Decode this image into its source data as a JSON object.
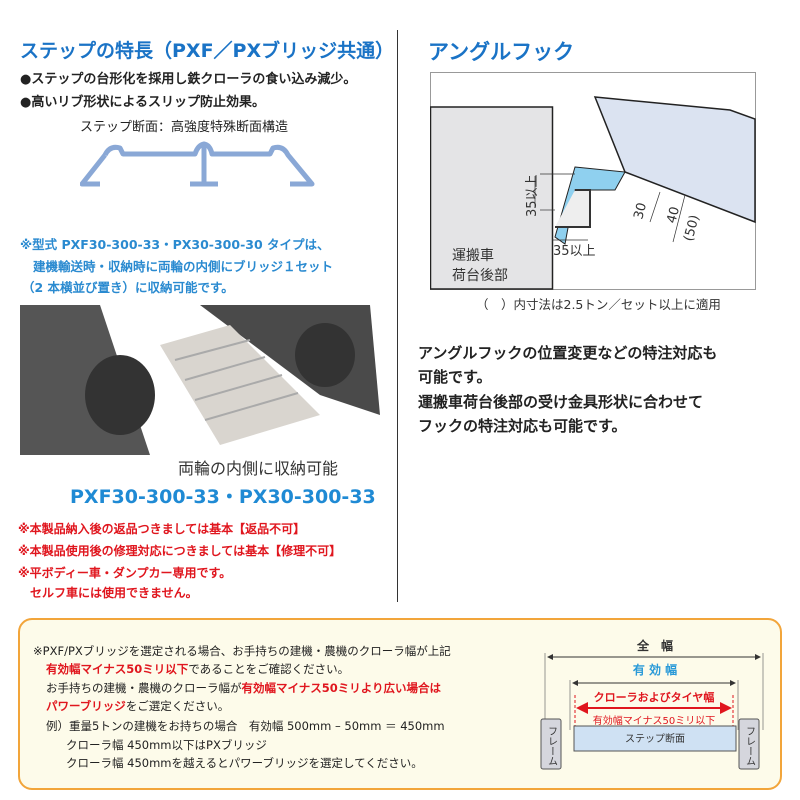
{
  "left": {
    "title": "ステップの特長（PXF／PXブリッジ共通）",
    "bullets": [
      "●ステップの台形化を採用し鉄クローラの食い込み減少。",
      "●高いリブ形状によるスリップ防止効果。"
    ],
    "section_caption": "ステップ断面：高強度特殊断面構造",
    "note_lines": [
      "※型式 PXF30-300-33・PX30-300-30 タイプは、",
      "建機輸送時・収納時に両輪の内側にブリッジ１セット",
      "（2 本横並び置き）に収納可能です。"
    ],
    "photo_caption": "両輪の内側に収納可能",
    "photo_models": "PXF30-300-33・PX30-300-33",
    "warnings": [
      "※本製品納入後の返品つきましては基本【返品不可】",
      "※本製品使用後の修理対応につきましては基本【修理不可】",
      "※平ボディー車・ダンプカー専用です。",
      "セルフ車には使用できません。"
    ]
  },
  "right": {
    "title": "アングルフック",
    "diagram": {
      "dim_vertical": "35以上",
      "dim_horizontal": "35以上",
      "dim_30": "30",
      "dim_40": "40",
      "dim_50": "(50)",
      "truck_label_1": "運搬車",
      "truck_label_2": "荷台後部"
    },
    "diagram_note": "（　）内寸法は2.5トン／セット以上に適用",
    "description": [
      "アングルフックの位置変更などの特注対応も",
      "可能です。",
      "運搬車荷台後部の受け金具形状に合わせて",
      "フックの特注対応も可能です。"
    ]
  },
  "bottom": {
    "l1": "※PXF/PXブリッジを選定される場合、お手持ちの建機・農機のクローラ幅が上記",
    "l2_red": "有効幅マイナス50ミリ以下",
    "l2": "であることをご確認ください。",
    "l3": "お手持ちの建機・農機のクローラ幅が",
    "l3_red": "有効幅マイナス50ミリより広い場合は",
    "l4_red": "パワーブリッジ",
    "l4": "をご選定ください。",
    "l5": "例）重量5トンの建機をお持ちの場合　有効幅 500mm – 50mm ＝ 450mm",
    "l6": "クローラ幅 450mm以下はPXブリッジ",
    "l7": "クローラ幅 450mmを越えるとパワーブリッジを選定してください。",
    "diagram": {
      "full_width": "全　幅",
      "effective_width": "有 効 幅",
      "crawler_width": "クローラおよびタイヤ幅",
      "minus50": "有効幅マイナス50ミリ以下",
      "frame": "フレーム",
      "step": "ステップ断面"
    }
  }
}
